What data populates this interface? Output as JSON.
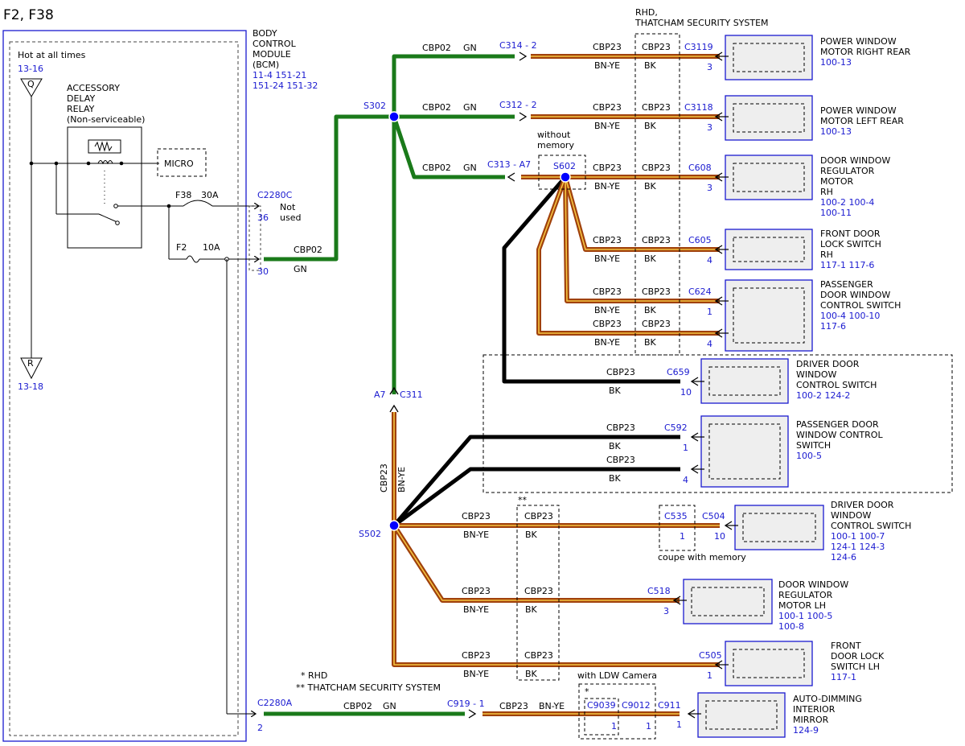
{
  "title": "F2, F38",
  "colors": {
    "green": "#1a7a1a",
    "brown_outer": "#a0410c",
    "yellow_stripe": "#f5c542",
    "black_wire": "#000000",
    "blue": "#1a1ad0",
    "splice": "#0000ff",
    "box_fill": "#eeeeee"
  },
  "left_panel": {
    "hot": "Hot at all times",
    "ref_top": "13-16",
    "ref_bottom": "13-18",
    "q": "Q",
    "r": "R",
    "relay": [
      "ACCESSORY",
      "DELAY",
      "RELAY",
      "(Non-serviceable)"
    ],
    "micro": "MICRO",
    "f38": "F38",
    "f38_amp": "30A",
    "f2": "F2",
    "f2_amp": "10A"
  },
  "bcm": {
    "label": [
      "BODY",
      "CONTROL",
      "MODULE",
      "(BCM)"
    ],
    "refs1": "11-4     151-21",
    "refs2": "151-24  151-32",
    "conn_top": "C2280C",
    "pin36": "36",
    "not_used": [
      "Not",
      "used"
    ],
    "pin30": "30",
    "conn_bottom": "C2280A",
    "pin2": "2"
  },
  "wires": {
    "cbp02": "CBP02",
    "cbp23": "CBP23",
    "gn": "GN",
    "bnye": "BN-YE",
    "bk": "BK"
  },
  "splices": {
    "s302": "S302",
    "s602": "S602",
    "s502": "S502"
  },
  "connectors": {
    "c314": "C314 - 2",
    "c312": "C312 - 2",
    "c313": "C313 - A7",
    "c311": "C311",
    "a7": "A7",
    "c919": "C919 - 1",
    "c3119": "C3119",
    "c3118": "C3118",
    "c608": "C608",
    "c605": "C605",
    "c624": "C624",
    "c659": "C659",
    "c592": "C592",
    "c504": "C504",
    "c535": "C535",
    "c518": "C518",
    "c505": "C505",
    "c9039": "C9039",
    "c9012": "C9012",
    "c911": "C911"
  },
  "notes": {
    "rhd_top": [
      "RHD,",
      "THATCHAM SECURITY SYSTEM"
    ],
    "without_memory": [
      "without",
      "memory"
    ],
    "coupe_memory": "coupe with memory",
    "ldw": "with LDW Camera",
    "star": "*",
    "dstar": "**",
    "legend1": "* RHD",
    "legend2": "** THATCHAM SECURITY SYSTEM"
  },
  "components": [
    {
      "name": [
        "POWER WINDOW",
        "MOTOR RIGHT REAR"
      ],
      "refs": [
        "100-13"
      ],
      "pin": "3"
    },
    {
      "name": [
        "POWER WINDOW",
        "MOTOR LEFT REAR"
      ],
      "refs": [
        "100-13"
      ],
      "pin": "3"
    },
    {
      "name": [
        "DOOR WINDOW",
        "REGULATOR",
        "MOTOR",
        "RH"
      ],
      "refs": [
        "100-2  100-4",
        "100-11"
      ],
      "pin": "3"
    },
    {
      "name": [
        "FRONT DOOR",
        "LOCK SWITCH",
        "RH"
      ],
      "refs": [
        "117-1  117-6"
      ],
      "pin": "4"
    },
    {
      "name": [
        "PASSENGER",
        "DOOR WINDOW",
        "CONTROL SWITCH"
      ],
      "refs": [
        "100-4    100-10",
        "117-6"
      ],
      "pin": "1",
      "pin2": "4"
    },
    {
      "name": [
        "DRIVER DOOR",
        "WINDOW",
        "CONTROL SWITCH"
      ],
      "refs": [
        "100-2  124-2"
      ],
      "pin": "10"
    },
    {
      "name": [
        "PASSENGER DOOR",
        "WINDOW CONTROL",
        "SWITCH"
      ],
      "refs": [
        "100-5"
      ],
      "pin": "1",
      "pin2": "4"
    },
    {
      "name": [
        "DRIVER DOOR",
        "WINDOW",
        "CONTROL SWITCH"
      ],
      "refs": [
        "100-1   100-7",
        "124-1   124-3",
        "124-6"
      ],
      "pin": "10"
    },
    {
      "name": [
        "DOOR WINDOW",
        "REGULATOR",
        "MOTOR LH"
      ],
      "refs": [
        "100-1  100-5",
        "100-8"
      ],
      "pin": "3"
    },
    {
      "name": [
        "FRONT",
        "DOOR LOCK",
        "SWITCH LH"
      ],
      "refs": [
        "117-1"
      ],
      "pin": "1"
    },
    {
      "name": [
        "AUTO-DIMMING",
        "INTERIOR",
        "MIRROR"
      ],
      "refs": [
        "124-9"
      ],
      "pin": "1"
    }
  ]
}
